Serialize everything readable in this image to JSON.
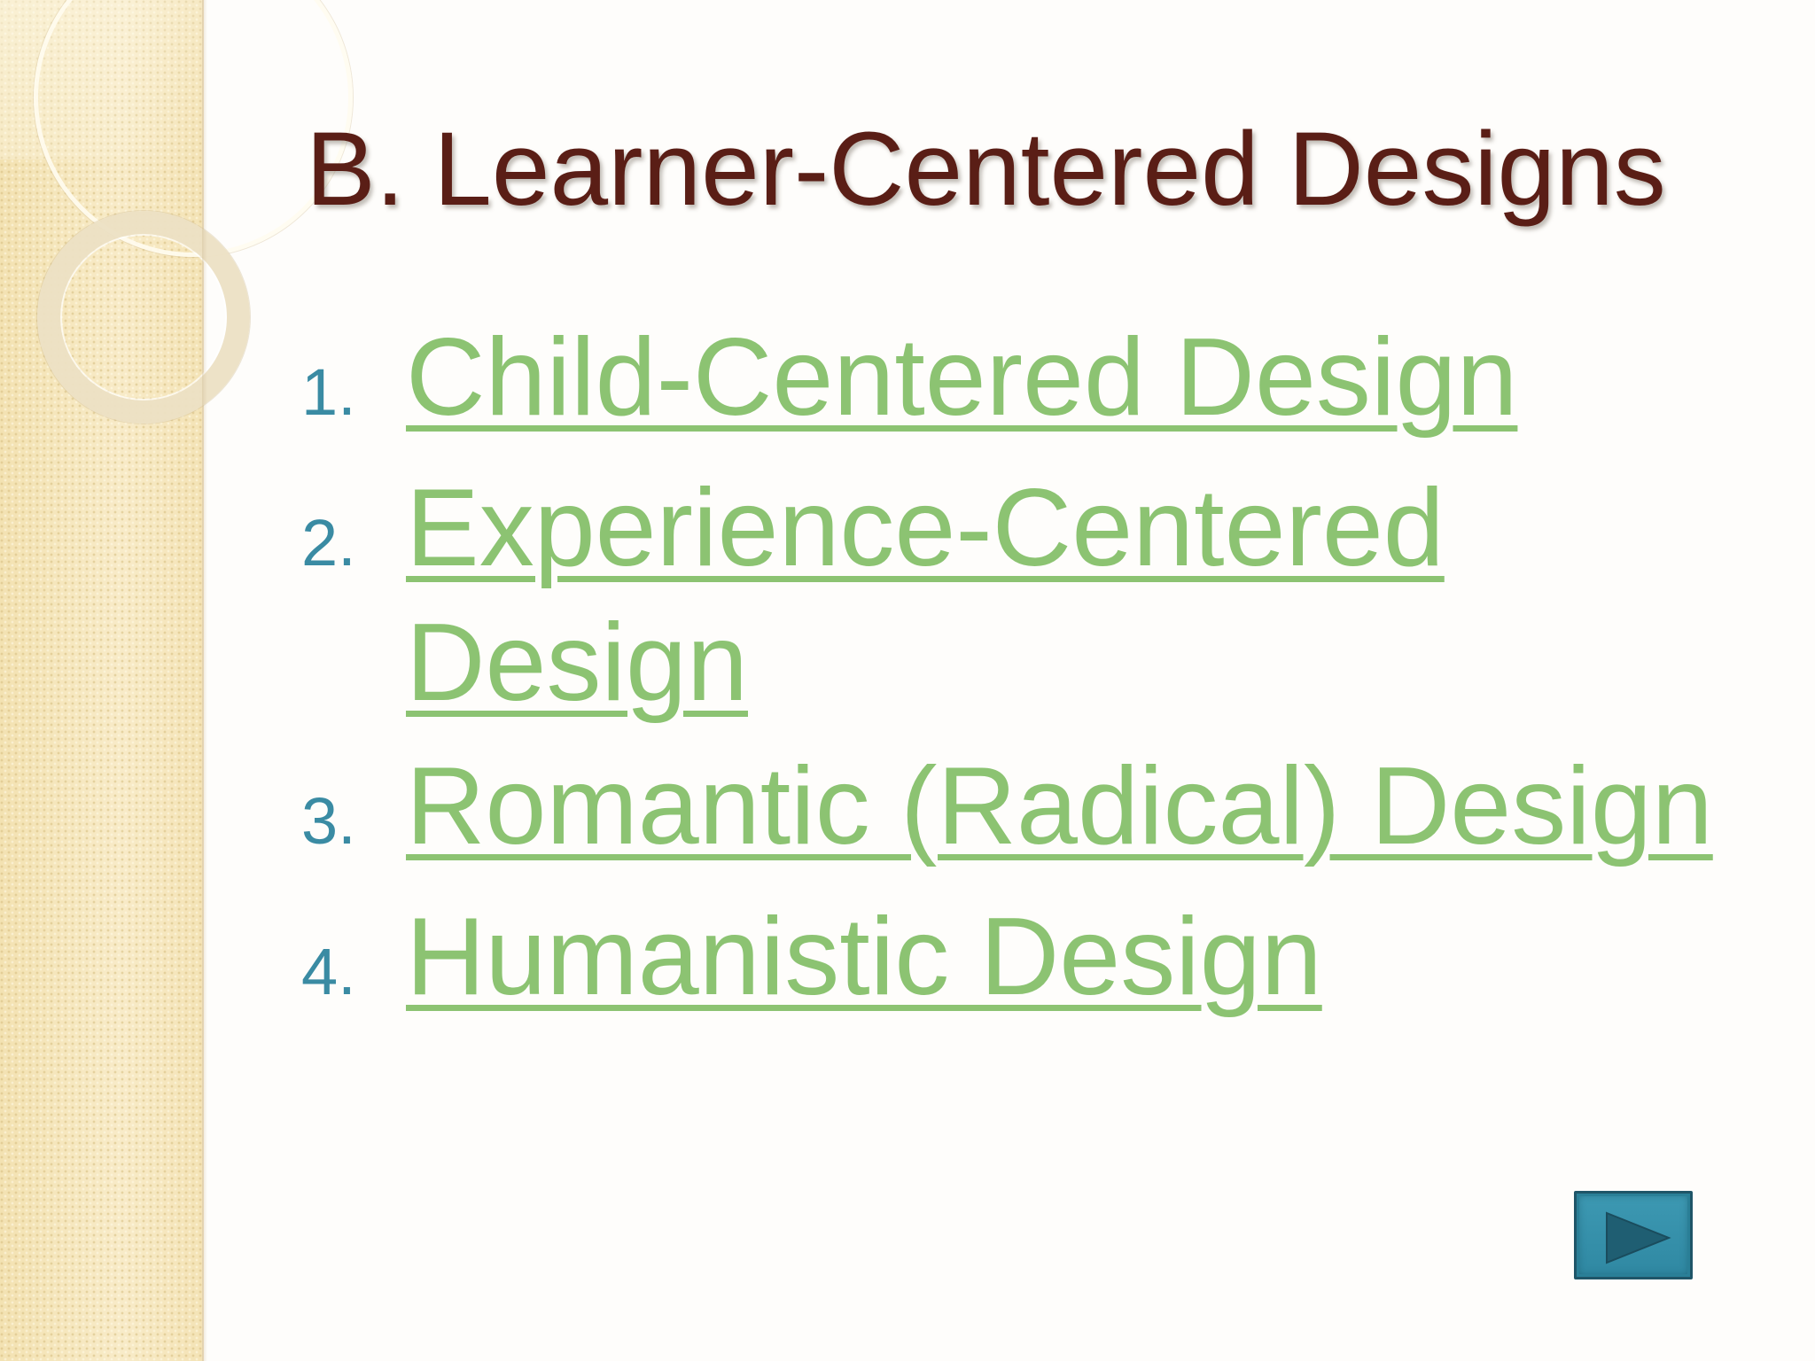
{
  "slide": {
    "title": "B. Learner-Centered Designs",
    "items": [
      {
        "number": "1.",
        "label": "Child-Centered Design"
      },
      {
        "number": "2.",
        "label": "Experience-Centered Design"
      },
      {
        "number": "3.",
        "label": "Romantic (Radical) Design"
      },
      {
        "number": "4.",
        "label": "Humanistic Design"
      }
    ],
    "nav": {
      "next_icon": "play-arrow-icon"
    },
    "colors": {
      "title": "#5a1e16",
      "link": "#8cc372",
      "number": "#3a8ba3",
      "button": "#3390ab",
      "side_panel": "#f6e7bc"
    }
  }
}
